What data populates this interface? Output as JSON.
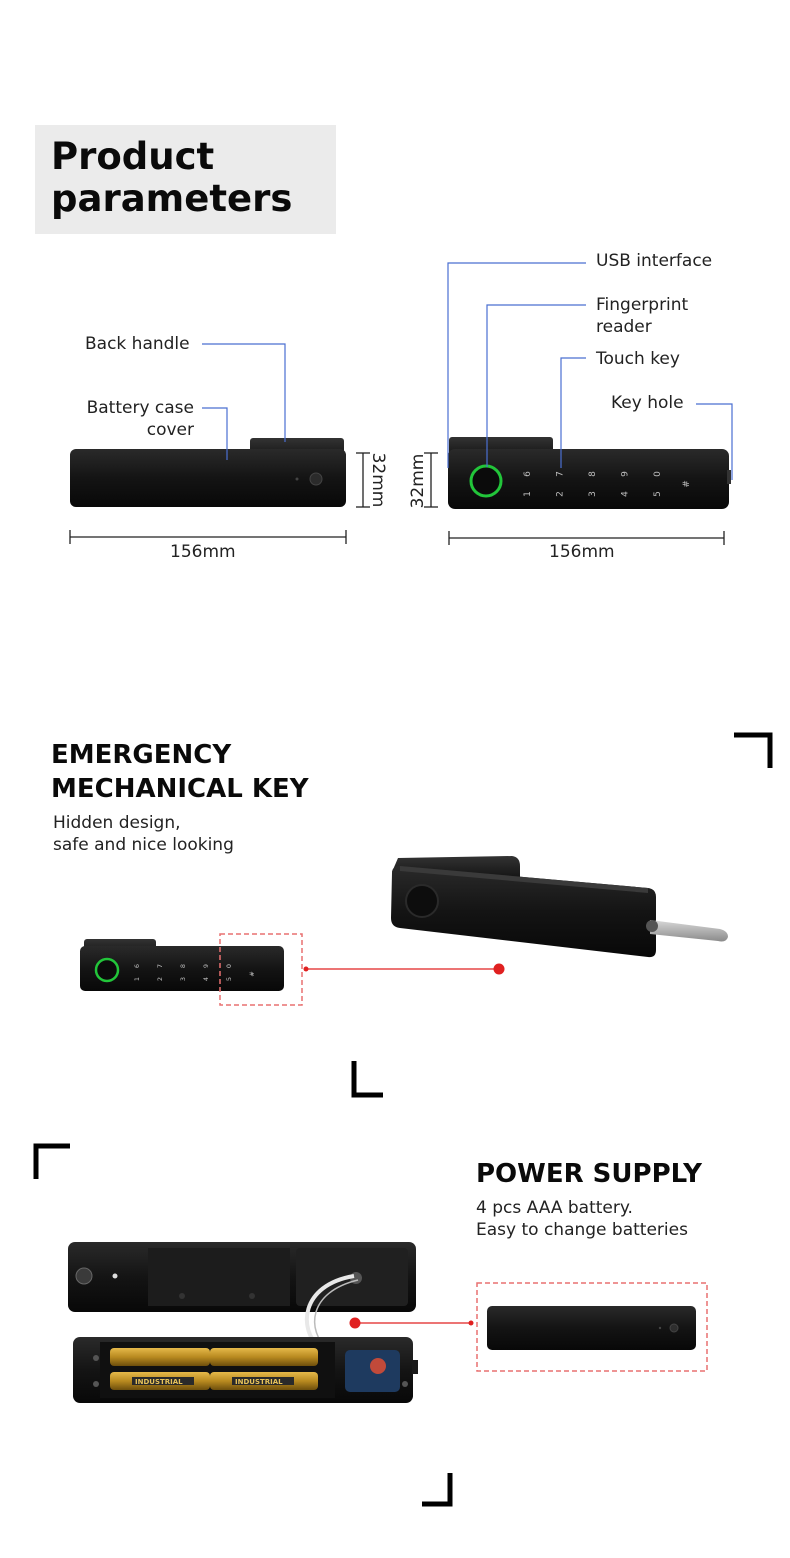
{
  "header": {
    "title_line1": "Product",
    "title_line2": "parameters"
  },
  "parameters": {
    "back_view_labels": {
      "back_handle": "Back handle",
      "battery_cover_line1": "Battery case",
      "battery_cover_line2": "cover"
    },
    "front_view_labels": {
      "usb_interface": "USB interface",
      "fingerprint_line1": "Fingerprint",
      "fingerprint_line2": "reader",
      "touch_key": "Touch key",
      "key_hole": "Key hole"
    },
    "dimensions": {
      "length_back": "156mm",
      "length_front": "156mm",
      "height_back": "32mm",
      "height_front": "32mm"
    },
    "keypad_keys": [
      "6",
      "7",
      "8",
      "9",
      "0",
      "1",
      "2",
      "3",
      "4",
      "5",
      "#"
    ]
  },
  "emergency_key": {
    "title_line1": "EMERGENCY",
    "title_line2": "MECHANICAL KEY",
    "subtitle_line1": "Hidden design,",
    "subtitle_line2": "safe and nice looking"
  },
  "power_supply": {
    "title": "POWER SUPPLY",
    "subtitle_line1": "4 pcs AAA battery.",
    "subtitle_line2": "Easy to change batteries",
    "battery_label": "INDUSTRIAL"
  },
  "colors": {
    "leader_line": "#4a6fd1",
    "accent_red": "#e02020",
    "ring_green": "#22c53a",
    "device_black": "#161616"
  }
}
